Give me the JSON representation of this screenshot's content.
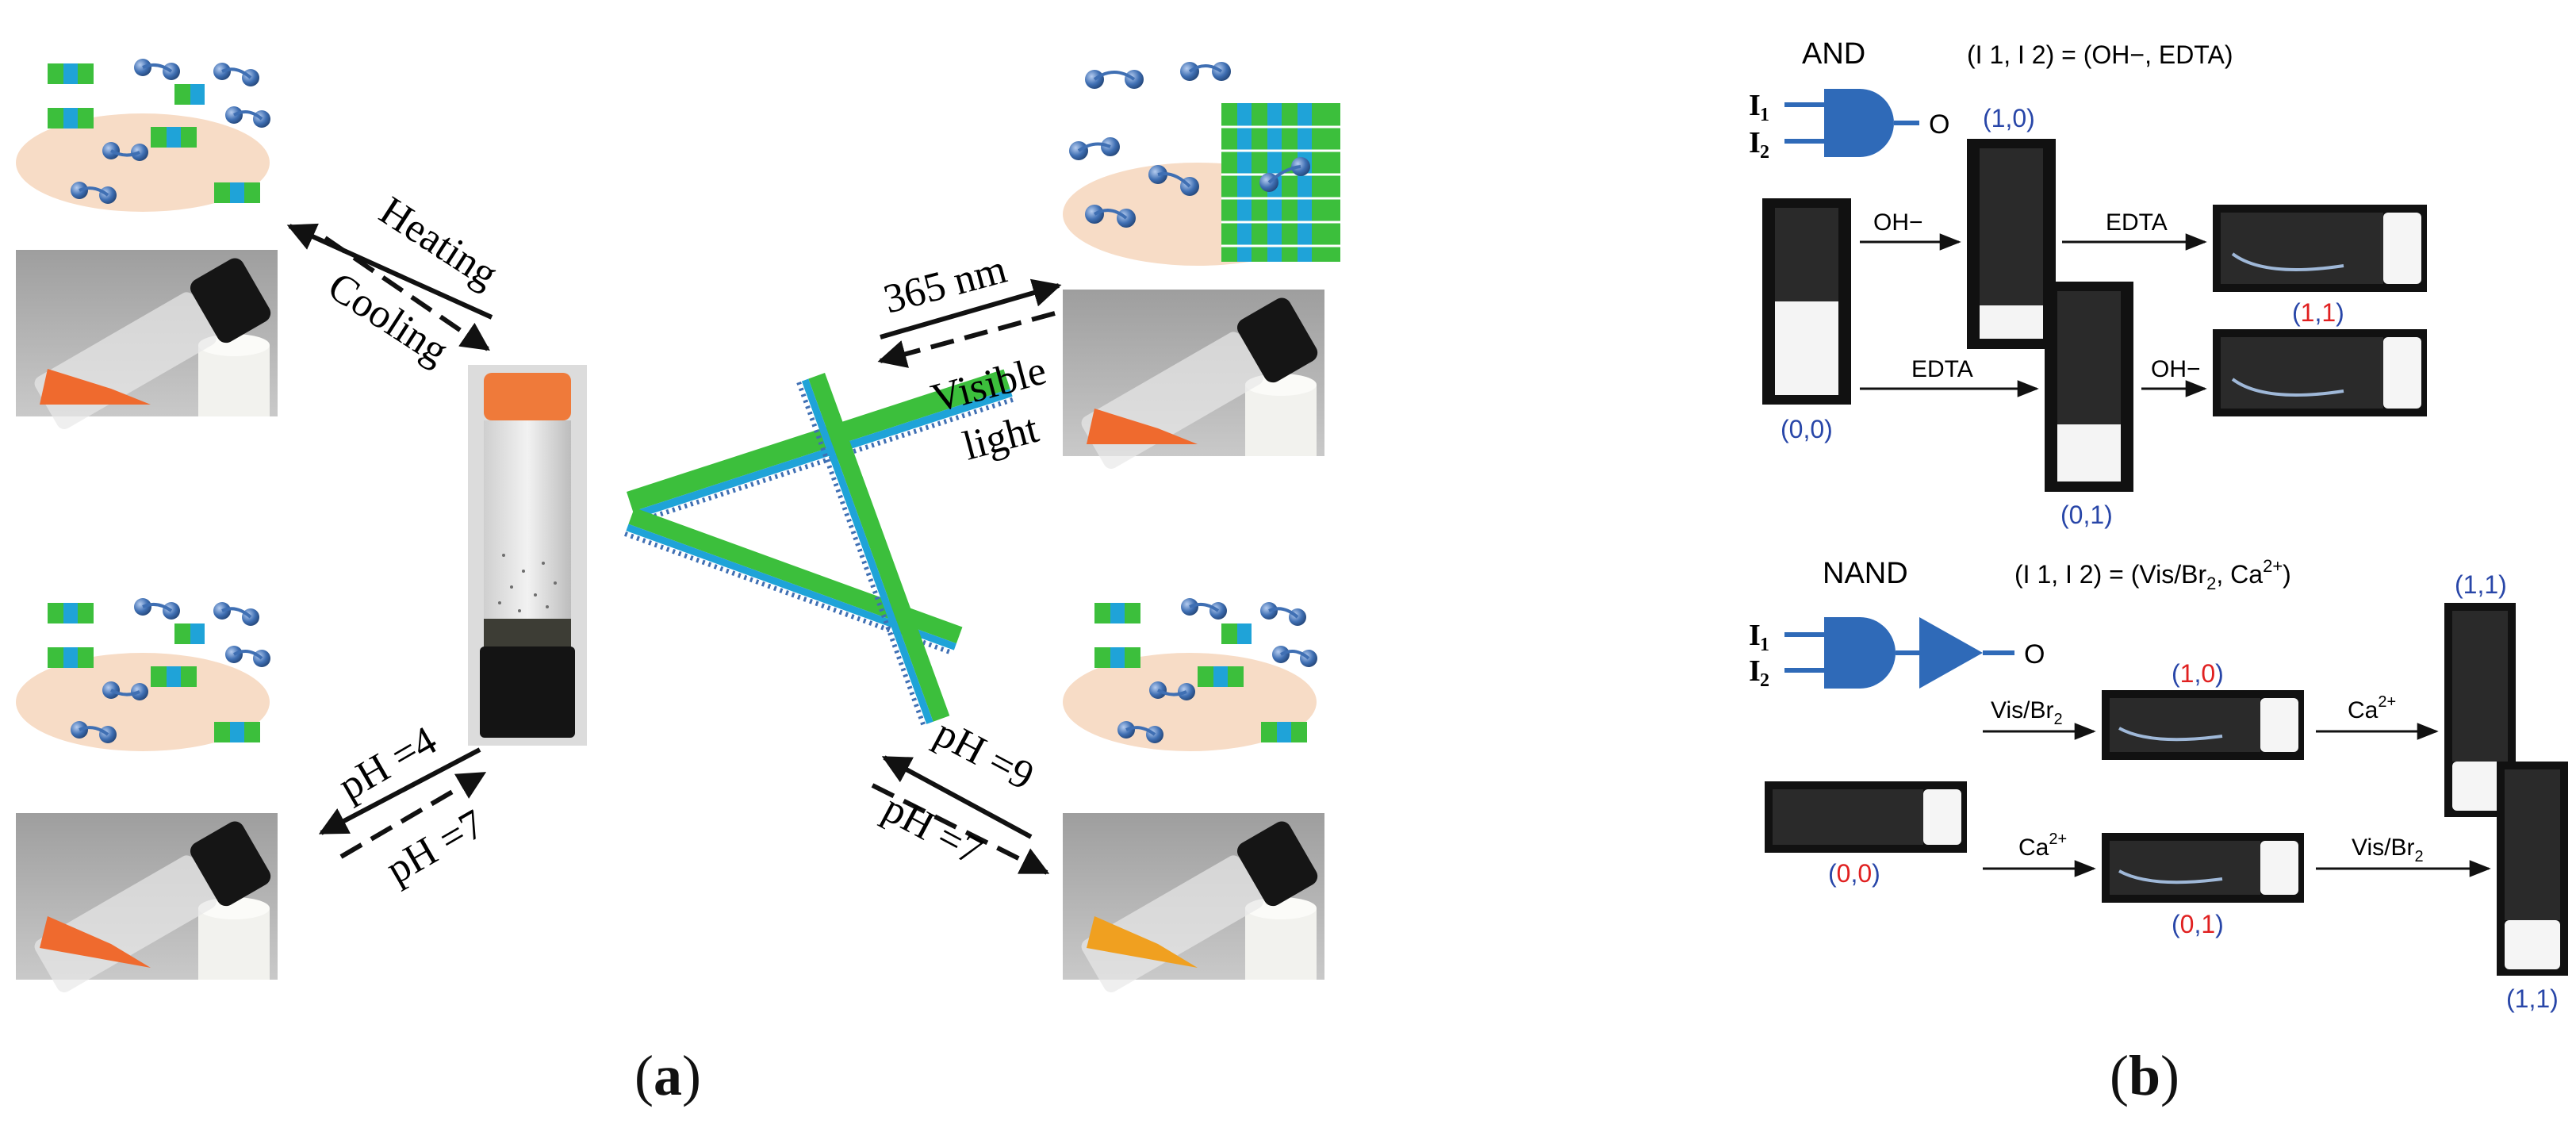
{
  "panel_a": {
    "caption_open": "(",
    "caption_letter": "a",
    "caption_close": ")",
    "top_left": {
      "forward": "Heating",
      "backward": "Cooling"
    },
    "top_right": {
      "forward": "365 nm",
      "backward_line1": "Visible",
      "backward_line2": "light"
    },
    "bottom_left": {
      "forward": "pH =4",
      "backward": "pH =7"
    },
    "bottom_right": {
      "forward": "pH =9",
      "backward": "pH =7"
    }
  },
  "panel_b": {
    "caption_open": "(",
    "caption_letter": "b",
    "caption_close": ")",
    "and_gate": {
      "title": "AND",
      "inputs_label": "(I 1, I 2) = (OH−, EDTA)",
      "input1": "I",
      "input1_sub": "1",
      "input2": "I",
      "input2_sub": "2",
      "output": "O",
      "step_oh": "OH−",
      "step_edta": "EDTA",
      "step_edta_lower": "EDTA",
      "step_oh_lower": "OH−",
      "state_00": {
        "open": "(",
        "a": "0",
        "sep": ",",
        "b": "0",
        "close": ")"
      },
      "state_10": {
        "open": "(",
        "a": "1",
        "sep": ",",
        "b": "0",
        "close": ")"
      },
      "state_01": {
        "open": "(",
        "a": "0",
        "sep": ",",
        "b": "1",
        "close": ")"
      },
      "state_11": {
        "open": "(",
        "a": "1",
        "sep": ",",
        "b": "1",
        "close": ")"
      }
    },
    "nand_gate": {
      "title": "NAND",
      "inputs_label_pre": "(I 1, I 2) = (Vis/Br",
      "inputs_label_sub": "2",
      "inputs_label_mid": ", Ca",
      "inputs_label_sup": "2+",
      "inputs_label_post": ")",
      "input1": "I",
      "input1_sub": "1",
      "input2": "I",
      "input2_sub": "2",
      "output": "O",
      "step_visbr": "Vis/Br",
      "step_visbr_sub": "2",
      "step_ca": "Ca",
      "step_ca_sup": "2+",
      "step_ca_lower": "Ca",
      "step_ca_lower_sup": "2+",
      "step_visbr_lower": "Vis/Br",
      "step_visbr_lower_sub": "2",
      "state_00": {
        "open": "(",
        "a": "0",
        "sep": ",",
        "b": "0",
        "close": ")"
      },
      "state_10": {
        "open": "(",
        "a": "1",
        "sep": ",",
        "b": "0",
        "close": ")"
      },
      "state_01": {
        "open": "(",
        "a": "0",
        "sep": ",",
        "b": "1",
        "close": ")"
      },
      "state_11_top": {
        "open": "(",
        "a": "1",
        "sep": ",",
        "b": "1",
        "close": ")"
      },
      "state_11_bottom": {
        "open": "(",
        "a": "1",
        "sep": ",",
        "b": "1",
        "close": ")"
      }
    }
  },
  "colors": {
    "gate_blue": "#2f6ab8",
    "state_blue": "#2846a8",
    "state_red": "#e02020",
    "cube_green": "#3cbf3c",
    "cube_blue": "#1fa3d8",
    "sphere_blue": "#3f6fb3",
    "peach": "#f7dcc6",
    "orange_gel": "#ef6a2e",
    "yellow_gel": "#f0a020"
  }
}
